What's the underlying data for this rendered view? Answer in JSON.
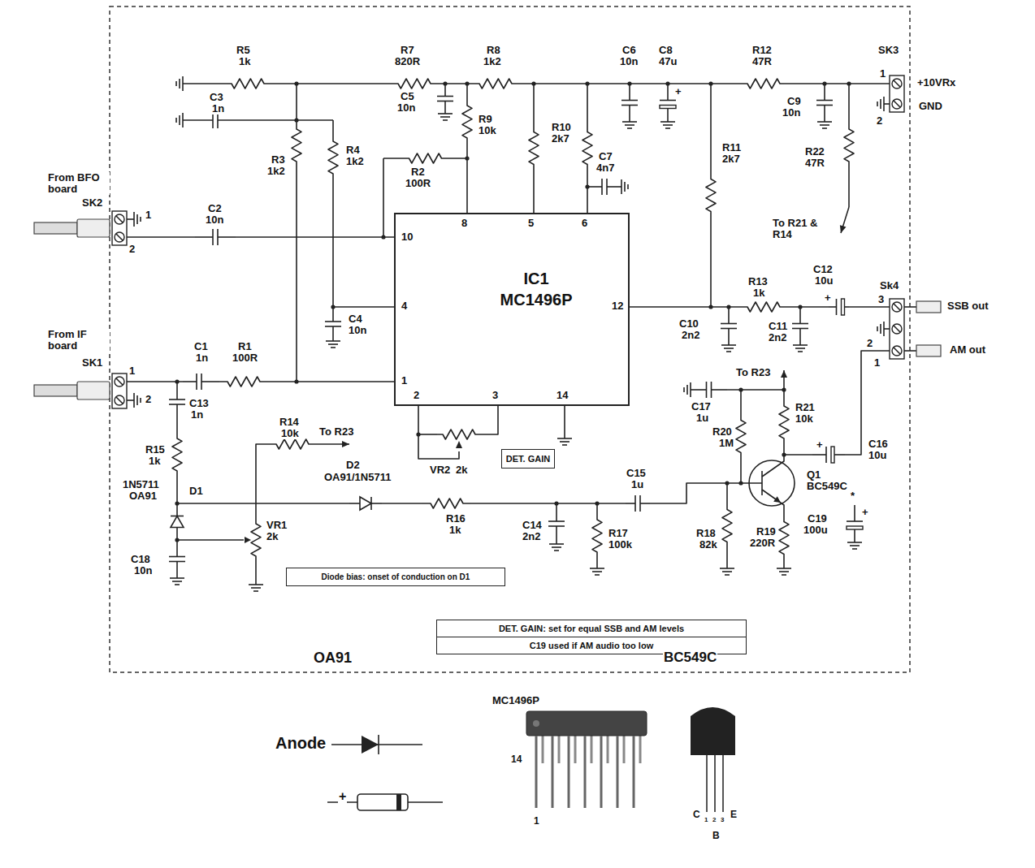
{
  "diagram": {
    "nodes": [
      {
        "text": [
          "IC1",
          "MC1496P"
        ]
      },
      {
        "text": [
          "DET. GAIN"
        ]
      },
      {
        "text": [
          "Diode bias: onset of conduction on D1"
        ]
      },
      {
        "text": [
          "DET. GAIN: set for equal SSB and AM levels",
          "C19 used if AM audio too low"
        ]
      }
    ],
    "labels": [
      "R5",
      "1k",
      "R7",
      "820R",
      "R8",
      "1k2",
      "C6",
      "10n",
      "C8",
      "47u",
      "+",
      "R12",
      "47R",
      "SK3",
      "1",
      "+10VRx",
      "GND",
      "2",
      "C3",
      "1n",
      "C5",
      "10n",
      "R3",
      "1k2",
      "R4",
      "1k2",
      "R2",
      "100R",
      "R9",
      "10k",
      "R10",
      "2k7",
      "C7",
      "4n7",
      "R11",
      "2k7",
      "C9",
      "10n",
      "R22",
      "47R",
      "To R21 & R14",
      "From BFO board",
      "SK2",
      "1",
      "2",
      "C2",
      "10n",
      "10",
      "8",
      "5",
      "6",
      "4",
      "12",
      "1",
      "2",
      "3",
      "14",
      "C4",
      "10n",
      "From IF board",
      "SK1",
      "1",
      "2",
      "C1",
      "1n",
      "R1",
      "100R",
      "C13",
      "1n",
      "R15",
      "1k",
      "1N5711",
      "OA91",
      "D1",
      "C18",
      "10n",
      "R14",
      "10k",
      "To R23",
      "D2",
      "OA91/1N5711",
      "R16",
      "1k",
      "C14",
      "2n2",
      "R17",
      "100k",
      "C15",
      "1u",
      "VR1",
      "2k",
      "VR2",
      "2k",
      "C17",
      "1u",
      "To R23",
      "R20",
      "1M",
      "R21",
      "10k",
      "C16",
      "10u",
      "+",
      "Q1",
      "BC549C",
      "R18",
      "82k",
      "R19",
      "220R",
      "*",
      "C19",
      "100u",
      "+",
      "R13",
      "1k",
      "C12",
      "10u",
      "+",
      "Sk4",
      "3",
      "2",
      "1",
      "SSB out",
      "AM out",
      "C10",
      "2n2",
      "C11",
      "2n2",
      "OA91",
      "Anode",
      "+",
      "MC1496P",
      "14",
      "1",
      "BC549C",
      "C",
      "1",
      "2",
      "3",
      "E",
      "B"
    ]
  }
}
